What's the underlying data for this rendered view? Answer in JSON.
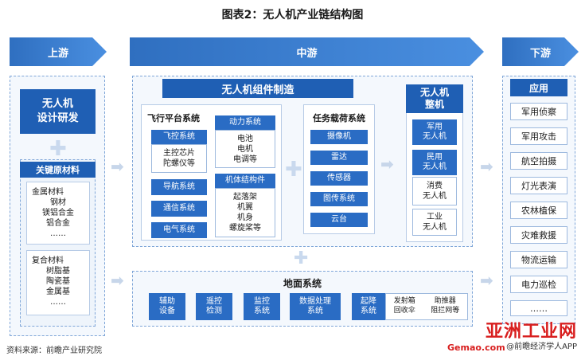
{
  "title": "图表2：无人机产业链结构图",
  "stages": {
    "upstream": "上游",
    "midstream": "中游",
    "downstream": "下游"
  },
  "upstream": {
    "design": "无人机\n设计研发",
    "materials_title": "关键原材料",
    "metal_title": "金属材料",
    "metal_items": "钢材\n镁铝合金\n铝合金\n……",
    "composite_title": "复合材料",
    "composite_items": "树脂基\n陶瓷基\n金属基\n……"
  },
  "midstream": {
    "components_title": "无人机组件制造",
    "flight_platform": {
      "title": "飞行平台系统",
      "flight_control": "飞控系统",
      "flight_control_detail": "主控芯片\n陀螺仪等",
      "navigation": "导航系统",
      "communication": "通信系统",
      "electrical": "电气系统",
      "power": "动力系统",
      "power_detail": "电池\n电机\n电调等",
      "structure": "机体结构件",
      "structure_detail": "起落架\n机翼\n机身\n螺旋桨等"
    },
    "payload": {
      "title": "任务载荷系统",
      "items": [
        "摄像机",
        "雷达",
        "传感器",
        "图传系统",
        "云台"
      ]
    },
    "whole_machine": {
      "title": "无人机\n整机",
      "military": "军用\n无人机",
      "civil": "民用\n无人机",
      "consumer": "消费\n无人机",
      "industrial": "工业\n无人机"
    },
    "ground": {
      "title": "地面系统",
      "items": [
        "辅助\n设备",
        "遥控\n检测",
        "监控\n系统",
        "数据处理\n系统",
        "起降\n系统"
      ],
      "landing_detail_a": "发射箱\n回收伞",
      "landing_detail_b": "助推器\n阻拦网等"
    }
  },
  "downstream": {
    "title": "应用",
    "items": [
      "军用侦察",
      "军用攻击",
      "航空拍摄",
      "灯光表演",
      "农林植保",
      "灾难救援",
      "物流运输",
      "电力巡检",
      "……"
    ]
  },
  "source": "资料来源：前瞻产业研究院",
  "watermark": "亚洲工业网",
  "watermark_sub": "@前瞻经济学人APP",
  "watermark_url": "Gemao.com"
}
